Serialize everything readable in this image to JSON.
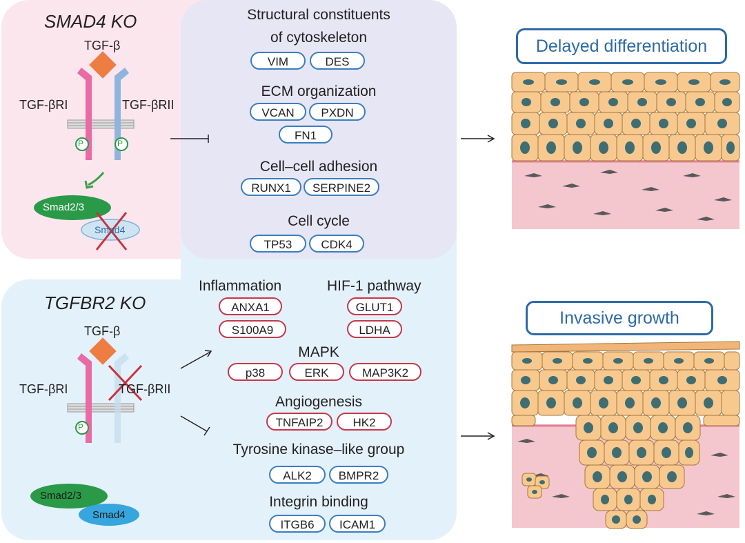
{
  "smad4_panel": {
    "title": "SMAD4 KO",
    "ligand": "TGF-β",
    "receptor1": "TGF-βRI",
    "receptor2": "TGF-βRII",
    "phospho": "P",
    "smad23": "Smad2/3",
    "smad4": "Smad4"
  },
  "tgfbr2_panel": {
    "title": "TGFBR2 KO",
    "ligand": "TGF-β",
    "receptor1": "TGF-βRI",
    "receptor2": "TGF-βRII",
    "phospho": "P",
    "smad23": "Smad2/3",
    "smad4": "Smad4"
  },
  "upper_categories": [
    {
      "title_line1": "Structural constituents",
      "title_line2": "of cytoskeleton",
      "genes": [
        "VIM",
        "DES"
      ]
    },
    {
      "title_line1": "ECM organization",
      "genes": [
        "VCAN",
        "PXDN",
        "FN1"
      ]
    },
    {
      "title_line1": "Cell–cell adhesion",
      "genes": [
        "RUNX1",
        "SERPINE2"
      ]
    },
    {
      "title_line1": "Cell cycle",
      "genes": [
        "TP53",
        "CDK4"
      ]
    }
  ],
  "lower_categories": [
    {
      "title": "Inflammation",
      "genes": [
        "ANXA1",
        "S100A9"
      ],
      "direction": "up"
    },
    {
      "title": "HIF-1 pathway",
      "genes": [
        "GLUT1",
        "LDHA"
      ],
      "direction": "up"
    },
    {
      "title": "MAPK",
      "genes": [
        "p38",
        "ERK",
        "MAP3K2"
      ],
      "direction": "up"
    },
    {
      "title": "Angiogenesis",
      "genes": [
        "TNFAIP2",
        "HK2"
      ],
      "direction": "up"
    },
    {
      "title": "Tyrosine kinase–like group",
      "genes": [
        "ALK2",
        "BMPR2"
      ],
      "direction": "down"
    },
    {
      "title": "Integrin binding",
      "genes": [
        "ITGB6",
        "ICAM1"
      ],
      "direction": "down"
    }
  ],
  "outcomes": {
    "top": "Delayed differentiation",
    "bottom": "Invasive growth"
  },
  "colors": {
    "smad4_bg": "#fbe6ee",
    "upper_bg": "#e6e6f5",
    "lower_bg": "#e3f1fa",
    "receptor1": "#e96aa4",
    "receptor2": "#8fb5dd",
    "ligand": "#ee7d44",
    "smad23": "#2a9a48",
    "smad4": "#37a6de",
    "up_border": "#c8364a",
    "down_border": "#3a7ebf",
    "outcome": "#2c6aa8",
    "cell": "#f7c98e",
    "nucleus": "#3f6d72",
    "stroma": "#f4c6ce"
  }
}
